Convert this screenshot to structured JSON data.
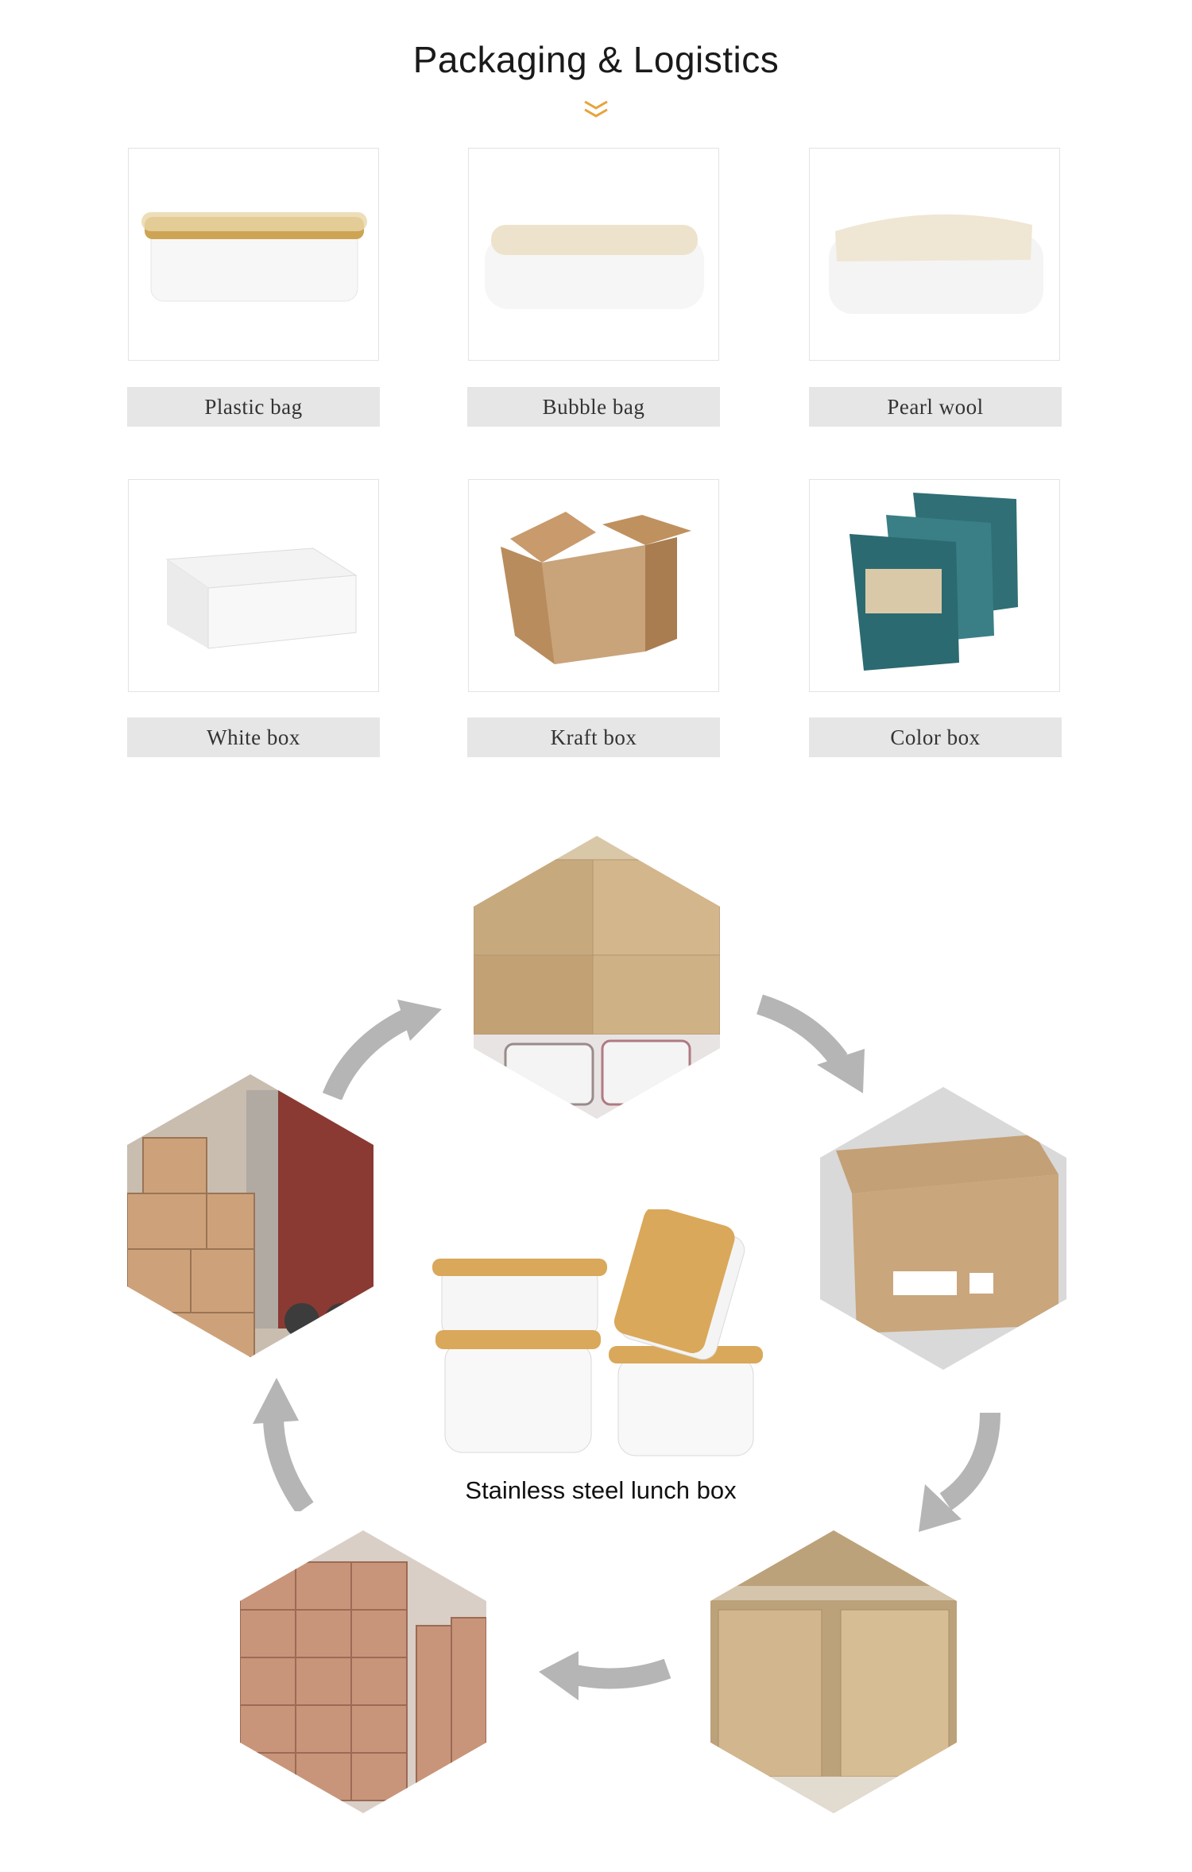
{
  "header": {
    "title": "Packaging & Logistics"
  },
  "packaging": [
    {
      "label": "Plastic bag"
    },
    {
      "label": "Bubble bag"
    },
    {
      "label": "Pearl wool"
    },
    {
      "label": "White box"
    },
    {
      "label": "Kraft box"
    },
    {
      "label": "Color box"
    }
  ],
  "logistics": {
    "center_caption": "Stainless steel lunch box",
    "stages": [
      "boxes-with-containers",
      "sealed-carton",
      "open-carton",
      "warehouse-stack",
      "truck-loading"
    ]
  },
  "colors": {
    "label_bg": "#e6e6e6",
    "accent": "#e8a33a",
    "arrow": "#b5b5b5",
    "kraft": "#c9a37a",
    "bamboo": "#d9a85a"
  }
}
